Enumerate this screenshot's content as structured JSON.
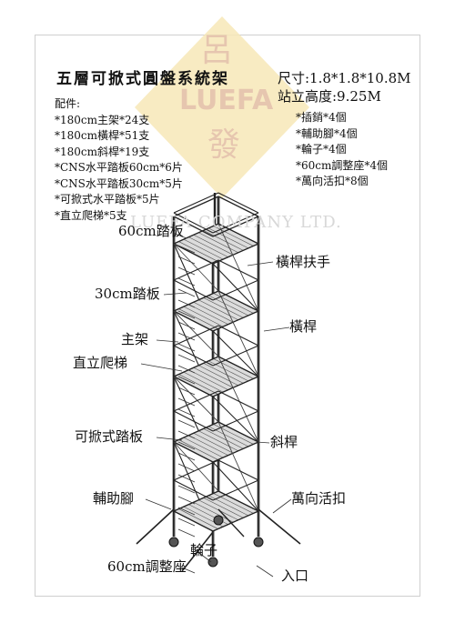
{
  "watermark": {
    "brand_line1": "呂",
    "brand_line2": "LUEFA",
    "brand_line3": "發",
    "company": "LUEFA COMPANY LTD.",
    "diamond_color": "#f7e7b7"
  },
  "header": {
    "title": "五層可掀式圓盤系統架",
    "size": "尺寸:1.8*1.8*10.8M",
    "standing_height": "站立高度:9.25M"
  },
  "parts": {
    "heading": "配件:",
    "left": [
      "*180cm主架*24支",
      "*180cm橫桿*51支",
      "*180cm斜桿*19支",
      "*CNS水平踏板60cm*6片",
      "*CNS水平踏板30cm*5片",
      "*可掀式水平踏板*5片",
      "*直立爬梯*5支"
    ],
    "right": [
      "*插銷*4個",
      "*輔助腳*4個",
      "*輪子*4個",
      "*60cm調整座*4個",
      "*萬向活扣*8個"
    ]
  },
  "callouts": {
    "board60": "60cm踏板",
    "handrail": "橫桿扶手",
    "board30": "30cm踏板",
    "ledger": "橫桿",
    "standard": "主架",
    "ladder": "直立爬梯",
    "hatch": "可掀式踏板",
    "diagonal": "斜桿",
    "outrigger": "輔助腳",
    "swivel": "萬向活扣",
    "wheel": "輪子",
    "jack": "60cm調整座",
    "entrance": "入口"
  }
}
